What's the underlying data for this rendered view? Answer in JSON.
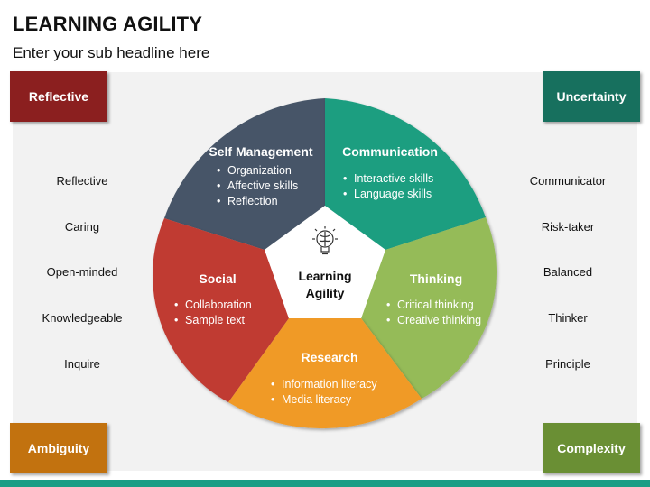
{
  "header": {
    "title": "LEARNING AGILITY",
    "subtitle": "Enter your sub headline here"
  },
  "corners": {
    "top_left": {
      "label": "Reflective",
      "color": "#8b1f1f"
    },
    "top_right": {
      "label": "Uncertainty",
      "color": "#17705e"
    },
    "bottom_left": {
      "label": "Ambiguity",
      "color": "#c2720f"
    },
    "bottom_right": {
      "label": "Complexity",
      "color": "#6a8f34"
    }
  },
  "left_list": [
    "Reflective",
    "Caring",
    "Open-minded",
    "Knowledgeable",
    "Inquire"
  ],
  "right_list": [
    "Communicator",
    "Risk-taker",
    "Balanced",
    "Thinker",
    "Principle"
  ],
  "center": {
    "line1": "Learning",
    "line2": "Agility",
    "icon": "brain-bulb-icon"
  },
  "segments": [
    {
      "title": "Self Management",
      "items": [
        "Organization",
        "Affective skills",
        "Reflection"
      ],
      "color": "#465567"
    },
    {
      "title": "Communication",
      "items": [
        "Interactive skills",
        "Language skills"
      ],
      "color": "#1c9e80"
    },
    {
      "title": "Thinking",
      "items": [
        "Critical thinking",
        "Creative thinking"
      ],
      "color": "#95bb58"
    },
    {
      "title": "Research",
      "items": [
        "Information literacy",
        "Media literacy"
      ],
      "color": "#f09a25"
    },
    {
      "title": "Social",
      "items": [
        "Collaboration",
        "Sample text"
      ],
      "color": "#c03a33"
    }
  ]
}
